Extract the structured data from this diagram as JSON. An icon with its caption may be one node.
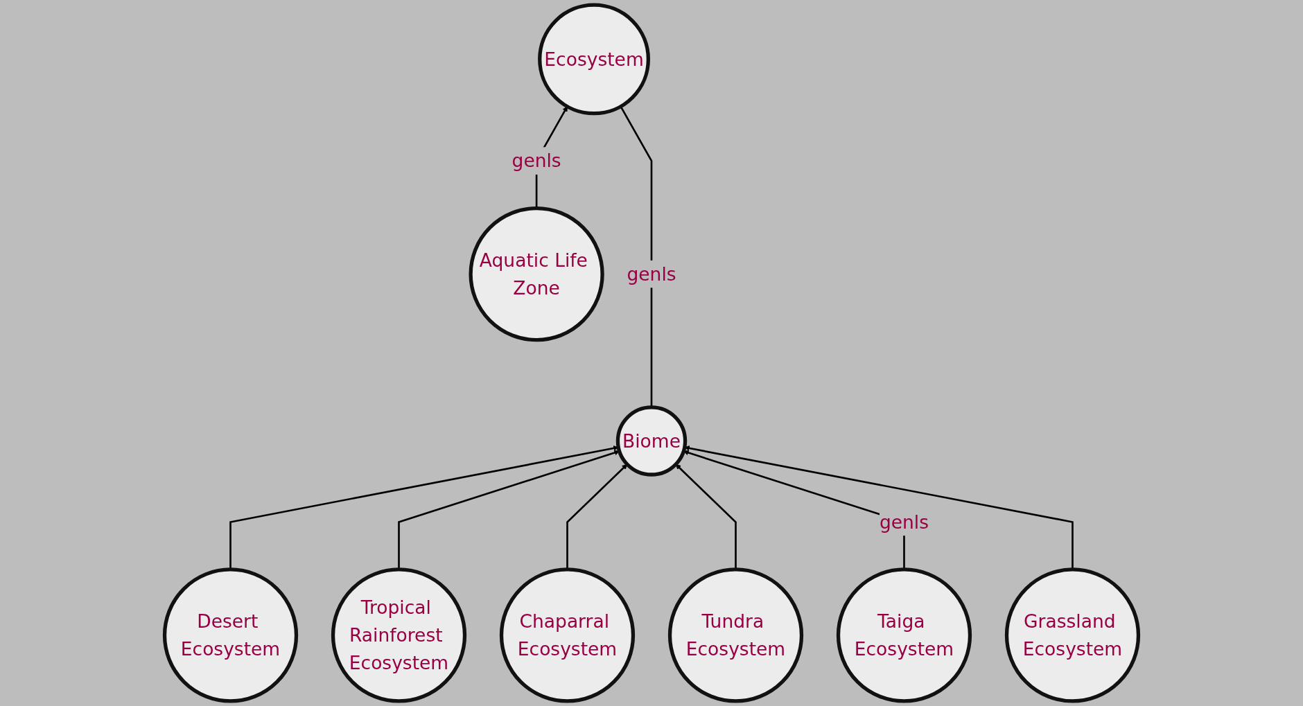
{
  "diagram": {
    "nodes": [
      {
        "text": [
          "Ecosystem"
        ]
      },
      {
        "text": [
          "Aquatic Life Zone"
        ]
      },
      {
        "text": [
          "Biome"
        ]
      },
      {
        "text": [
          "Desert Ecosystem"
        ]
      },
      {
        "text": [
          "Tropical Rainforest Ecosystem"
        ]
      },
      {
        "text": [
          "Chaparral Ecosystem"
        ]
      },
      {
        "text": [
          "Tundra Ecosystem"
        ]
      },
      {
        "text": [
          "Taiga Ecosystem"
        ]
      },
      {
        "text": [
          "Grassland Ecosystem"
        ]
      }
    ],
    "edges": [
      {
        "from": 1,
        "to": 0,
        "arrow": "to",
        "label": "genls"
      },
      {
        "from": 2,
        "to": 0,
        "arrow": "none",
        "label": "genls"
      },
      {
        "from": 3,
        "to": 2,
        "arrow": "to"
      },
      {
        "from": 4,
        "to": 2,
        "arrow": "to"
      },
      {
        "from": 5,
        "to": 2,
        "arrow": "to"
      },
      {
        "from": 6,
        "to": 2,
        "arrow": "to"
      },
      {
        "from": 7,
        "to": 2,
        "arrow": "to",
        "label": "genls"
      },
      {
        "from": 8,
        "to": 2,
        "arrow": "to"
      }
    ]
  }
}
